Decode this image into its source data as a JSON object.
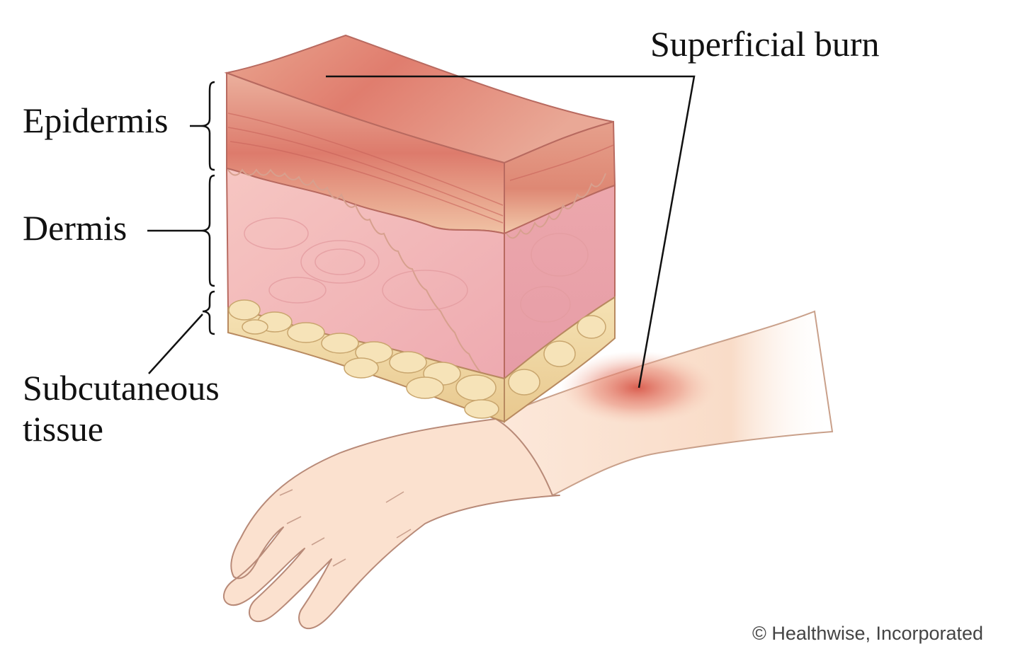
{
  "labels": {
    "superficial_burn": "Superficial burn",
    "epidermis": "Epidermis",
    "dermis": "Dermis",
    "subcutaneous_line1": "Subcutaneous",
    "subcutaneous_line2": "tissue"
  },
  "credit": "© Healthwise, Incorporated",
  "colors": {
    "epidermis": "#e8a08e",
    "burn_red": "#d8584a",
    "dermis": "#f0b8b8",
    "fat": "#f0d8a2",
    "skin": "#fbe3d2",
    "line": "#111111"
  }
}
